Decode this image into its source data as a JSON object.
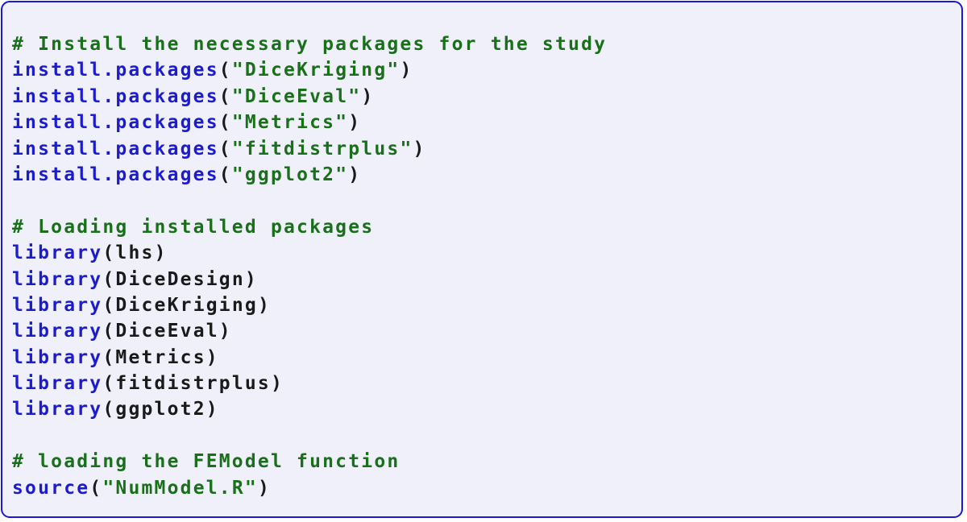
{
  "code": {
    "language": "R",
    "lines": [
      {
        "type": "comment",
        "text": "# Install the necessary packages for the study"
      },
      {
        "type": "call",
        "func": "install.packages",
        "arg": "\"DiceKriging\"",
        "arg_kind": "string"
      },
      {
        "type": "call",
        "func": "install.packages",
        "arg": "\"DiceEval\"",
        "arg_kind": "string"
      },
      {
        "type": "call",
        "func": "install.packages",
        "arg": "\"Metrics\"",
        "arg_kind": "string"
      },
      {
        "type": "call",
        "func": "install.packages",
        "arg": "\"fitdistrplus\"",
        "arg_kind": "string"
      },
      {
        "type": "call",
        "func": "install.packages",
        "arg": "\"ggplot2\"",
        "arg_kind": "string"
      },
      {
        "type": "blank"
      },
      {
        "type": "comment",
        "text": "# Loading installed packages"
      },
      {
        "type": "call",
        "func": "library",
        "arg": "lhs",
        "arg_kind": "ident"
      },
      {
        "type": "call",
        "func": "library",
        "arg": "DiceDesign",
        "arg_kind": "ident"
      },
      {
        "type": "call",
        "func": "library",
        "arg": "DiceKriging",
        "arg_kind": "ident"
      },
      {
        "type": "call",
        "func": "library",
        "arg": "DiceEval",
        "arg_kind": "ident"
      },
      {
        "type": "call",
        "func": "library",
        "arg": "Metrics",
        "arg_kind": "ident"
      },
      {
        "type": "call",
        "func": "library",
        "arg": "fitdistrplus",
        "arg_kind": "ident"
      },
      {
        "type": "call",
        "func": "library",
        "arg": "ggplot2",
        "arg_kind": "ident"
      },
      {
        "type": "blank"
      },
      {
        "type": "comment",
        "text": "# loading the FEModel function"
      },
      {
        "type": "call",
        "func": "source",
        "arg": "\"NumModel.R\"",
        "arg_kind": "string"
      }
    ]
  },
  "colors": {
    "frame_border": "#1a1ad0",
    "frame_background": "#f0f0fb",
    "comment": "#1a6f1a",
    "function": "#1c1ccc",
    "string": "#1a6f1a",
    "identifier": "#1a1a1a"
  }
}
